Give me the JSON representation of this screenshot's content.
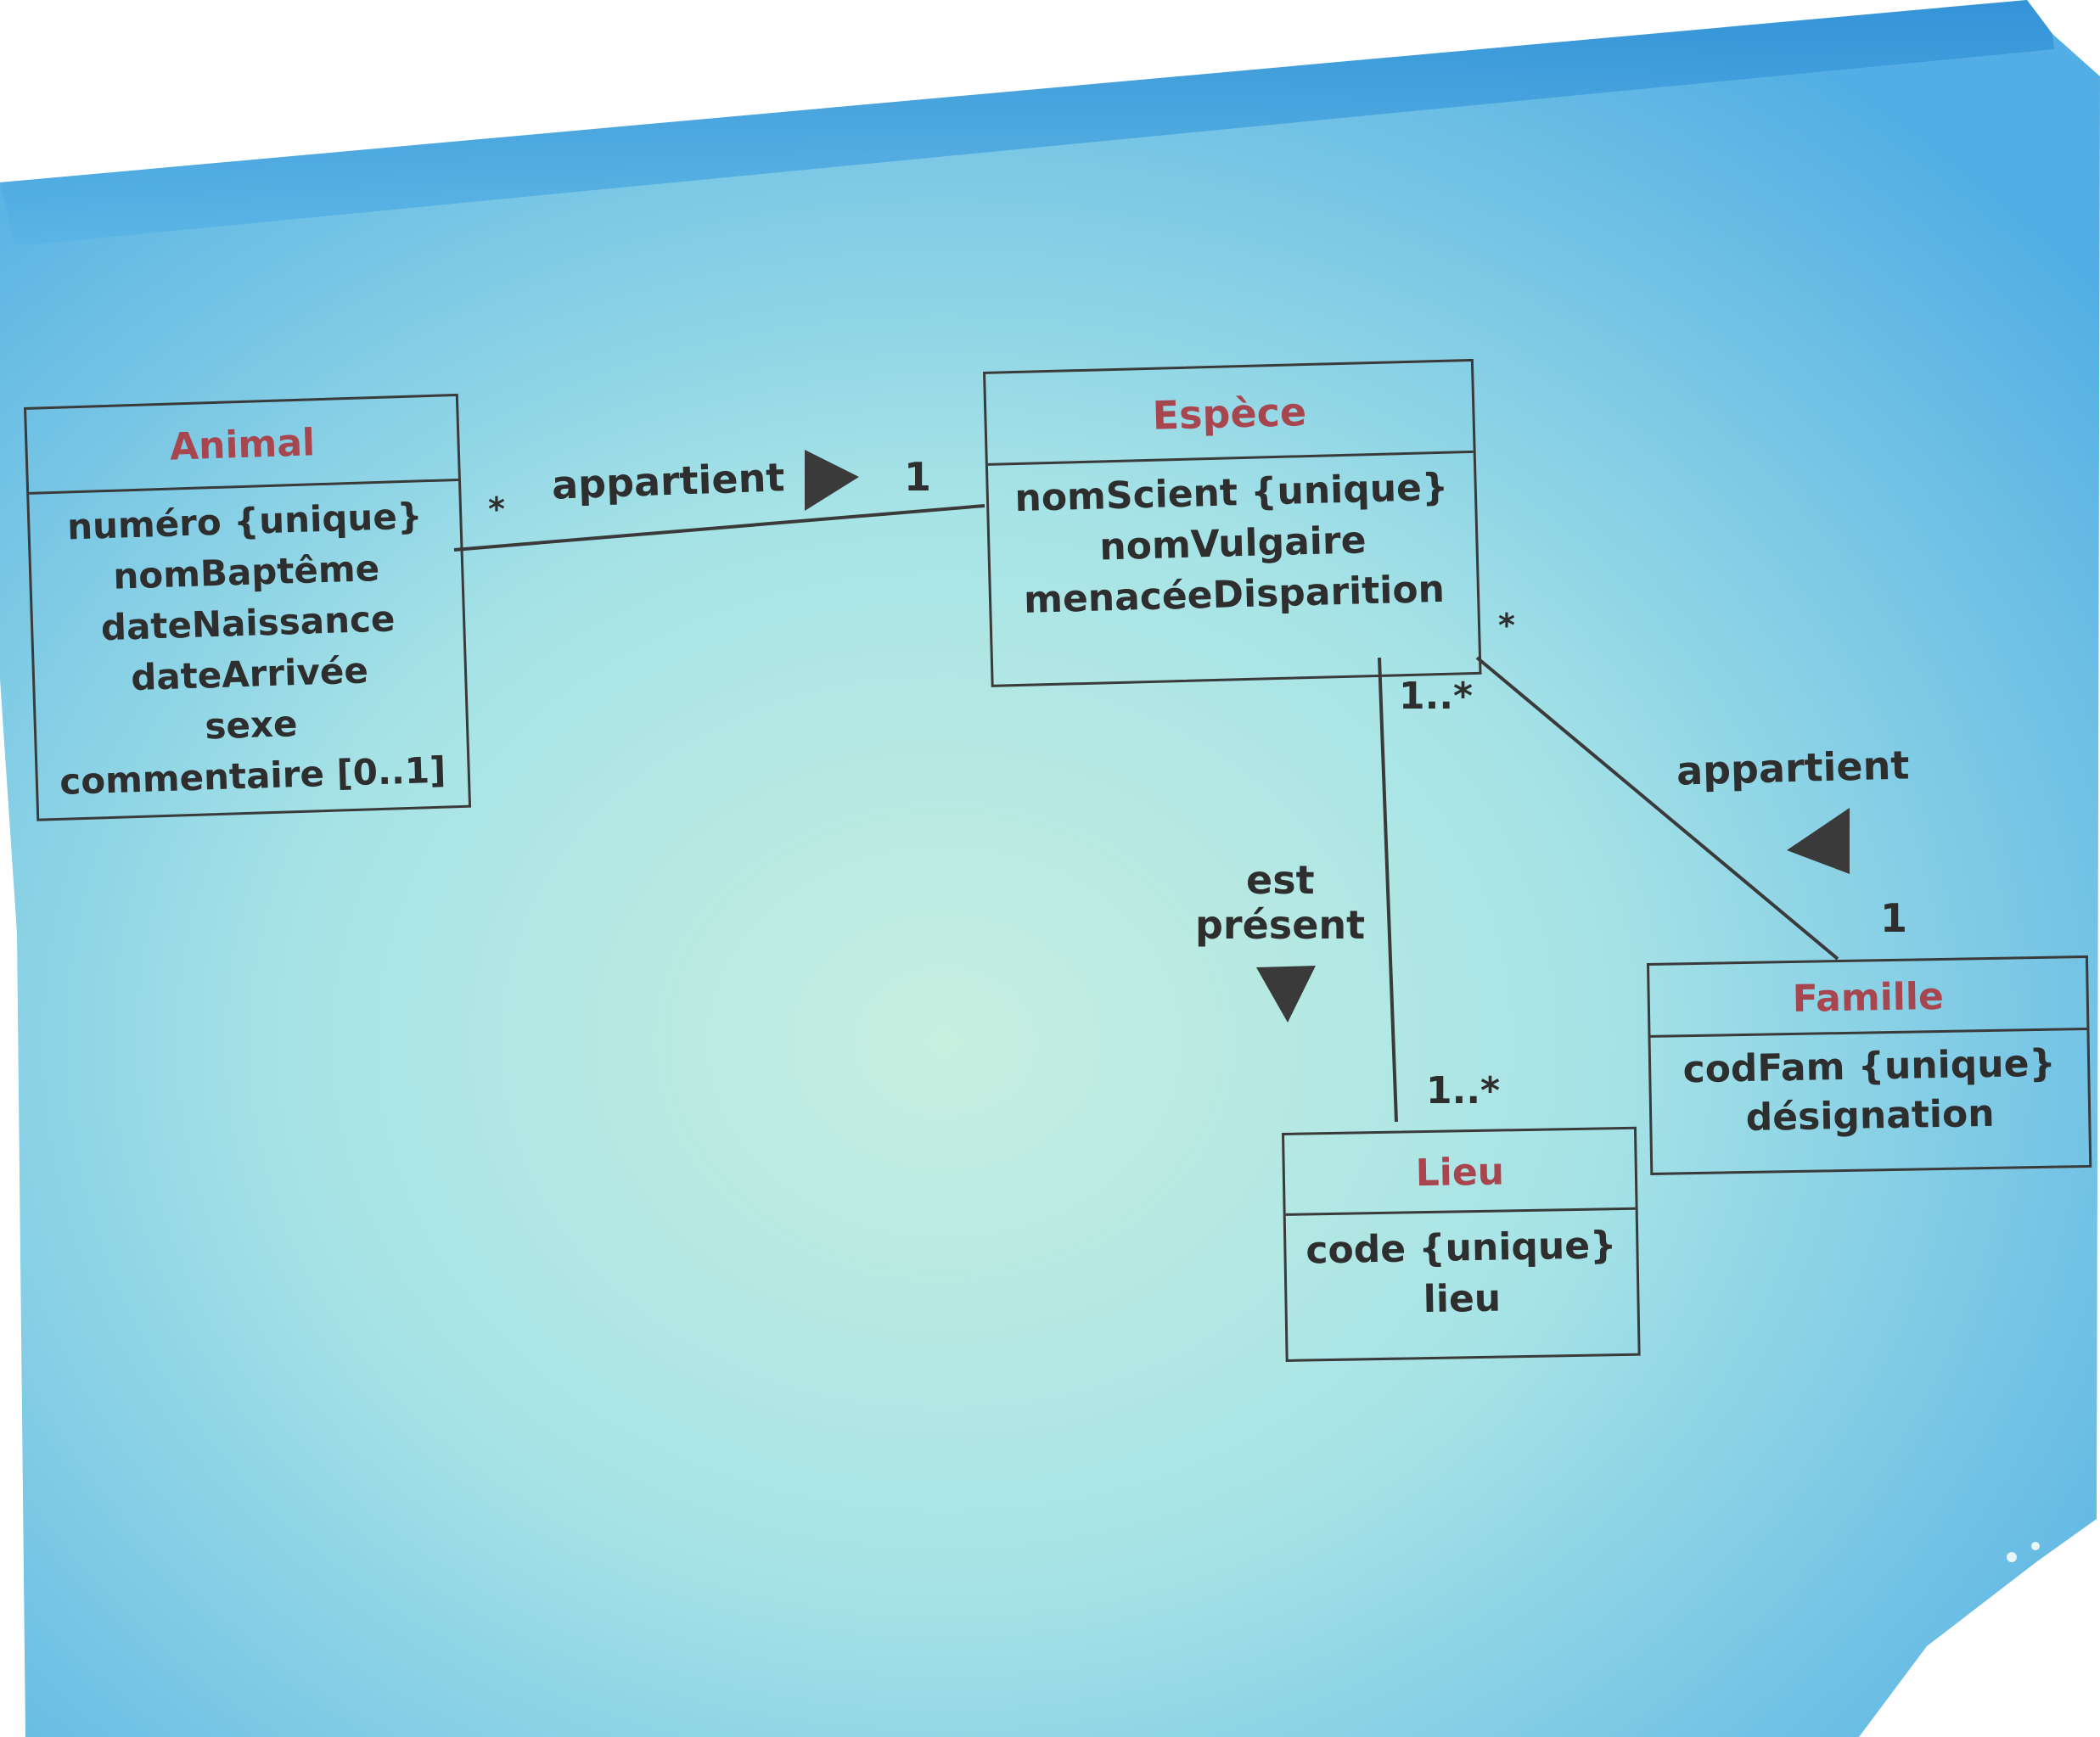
{
  "classes": {
    "animal": {
      "name": "Animal",
      "attributes": [
        "numéro {unique}",
        "nomBaptême",
        "dateNaissance",
        "dateArrivée",
        "sexe",
        "commentaire [0..1]"
      ]
    },
    "espece": {
      "name": "Espèce",
      "attributes": [
        "nomScient {unique}",
        "nomVulgaire",
        "menacéeDisparition"
      ]
    },
    "famille": {
      "name": "Famille",
      "attributes": [
        "codFam {unique}",
        "désignation"
      ]
    },
    "lieu": {
      "name": "Lieu",
      "attributes": [
        "code {unique}",
        "lieu"
      ]
    }
  },
  "associations": {
    "animal_espece": {
      "label": "appartient",
      "mult_source": "*",
      "mult_target": "1",
      "direction_icon": "triangle-right-icon"
    },
    "espece_famille": {
      "label": "appartient",
      "mult_source": "*",
      "mult_target": "1",
      "direction_icon": "triangle-left-icon"
    },
    "espece_lieu": {
      "label_line1": "est",
      "label_line2": "présent",
      "mult_source": "1..*",
      "mult_target": "1..*",
      "direction_icon": "triangle-down-icon"
    }
  },
  "colors": {
    "class_name": "#a8464f",
    "text": "#2e2e2e",
    "line": "#3a3a3a"
  }
}
